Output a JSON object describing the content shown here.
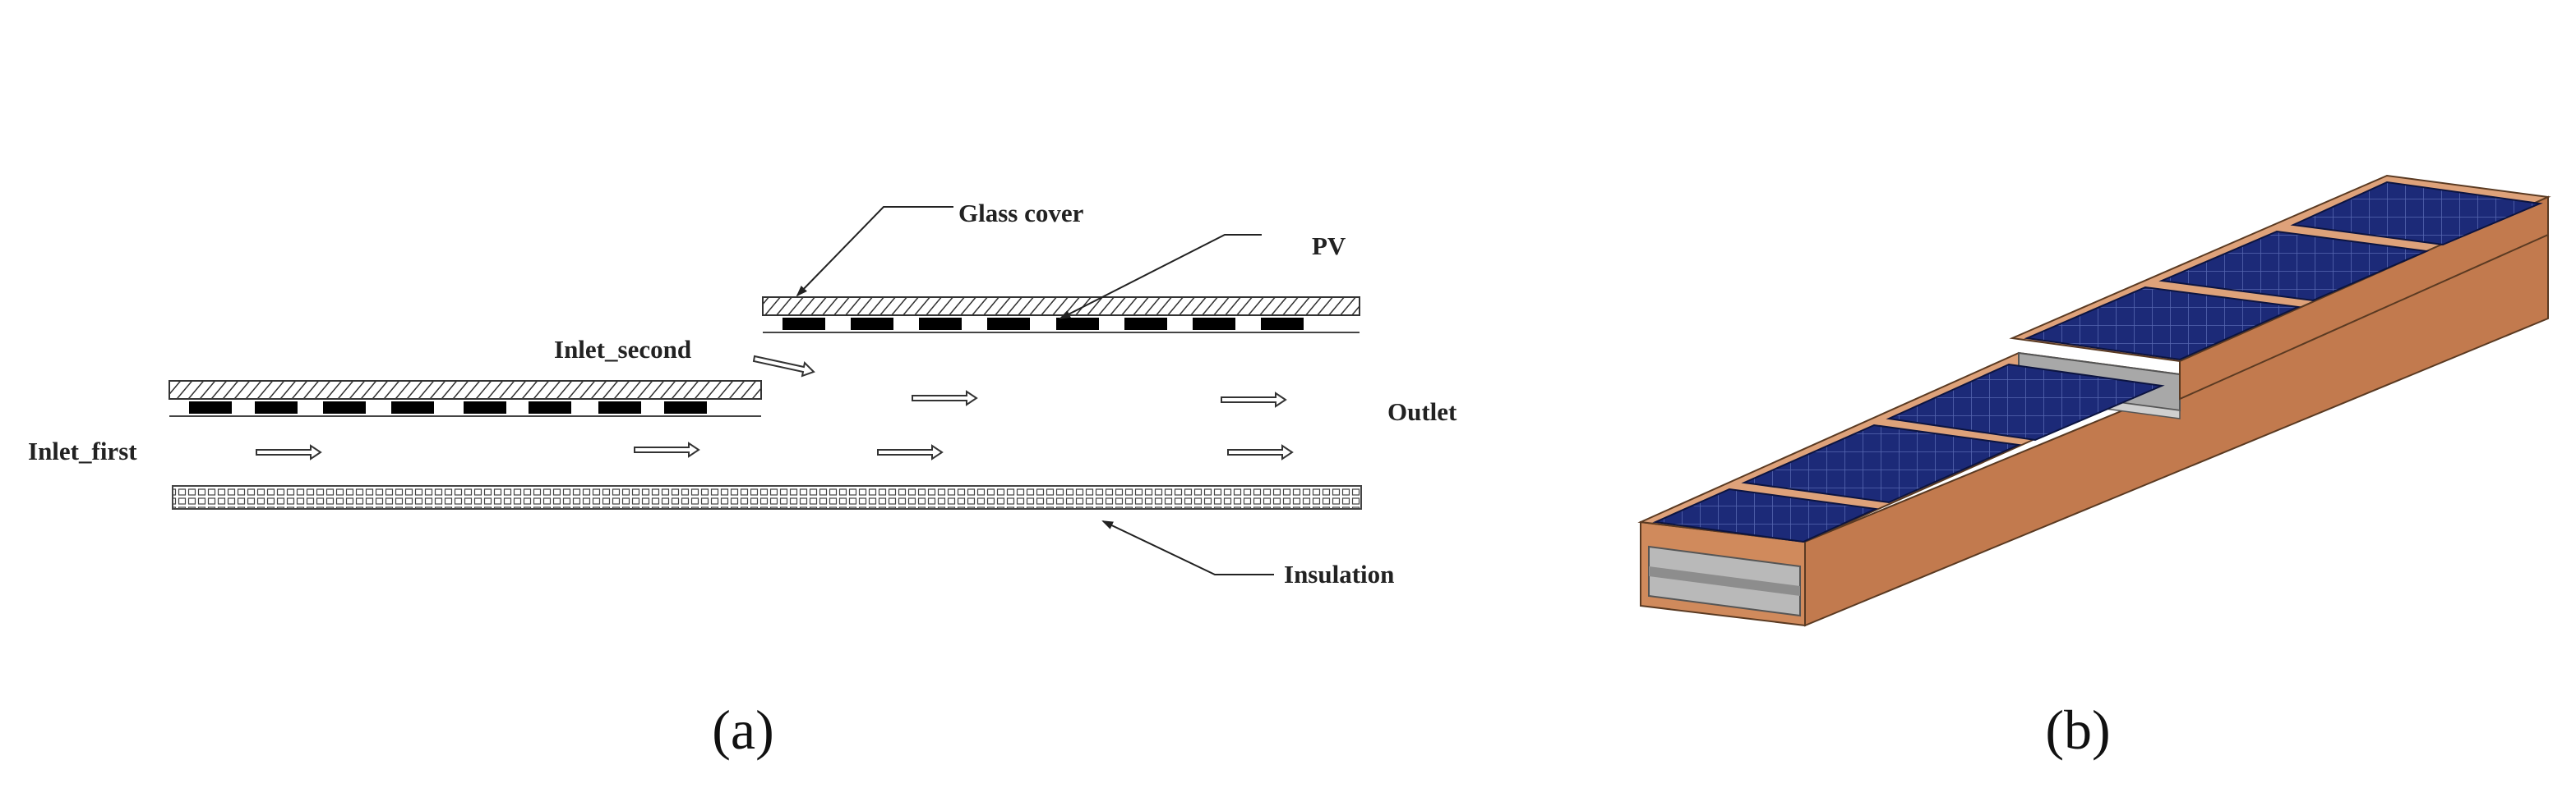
{
  "panel_a": {
    "labels": {
      "glass_cover": "Glass cover",
      "pv": "PV",
      "inlet_second": "Inlet_second",
      "outlet": "Outlet",
      "inlet_first": "Inlet_first",
      "insulation": "Insulation"
    },
    "caption": "(a)"
  },
  "panel_b": {
    "caption": "(b)"
  },
  "colors": {
    "pv_cell": "#000000",
    "panel_blue": "#1c2a78",
    "panel_grid": "#5566b0",
    "wood_side": "#c27a4e",
    "wood_top": "#dea27a",
    "metal_channel": "#a8a8a8"
  }
}
